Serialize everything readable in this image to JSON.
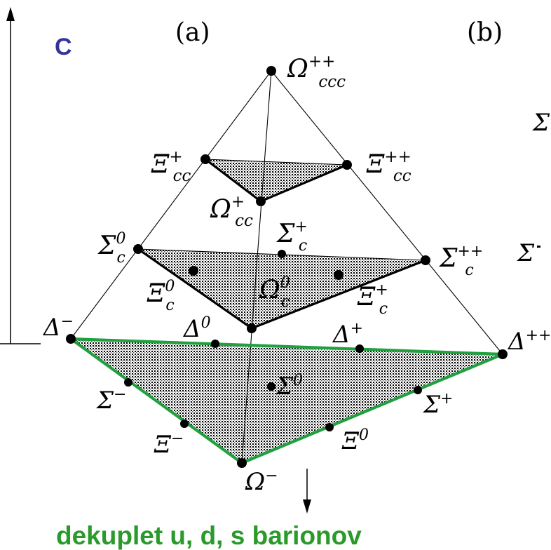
{
  "panels": {
    "a": "(a)",
    "b": "(b)"
  },
  "axis": {
    "label": "C",
    "label_color": "#33339a"
  },
  "caption": {
    "text": "dekuplet u, d, s barionov",
    "color": "#2a9a2a"
  },
  "highlight_color": "#21a040",
  "labels": {
    "omega_ccc": {
      "sym": "Ω",
      "sub": "ccc",
      "sup": "++"
    },
    "xi_cc_plus": {
      "sym": "Ξ",
      "sub": "cc",
      "sup": "+"
    },
    "xi_cc_pp": {
      "sym": "Ξ",
      "sub": "cc",
      "sup": "++"
    },
    "omega_cc": {
      "sym": "Ω",
      "sub": "cc",
      "sup": "+"
    },
    "sigma_c0": {
      "sym": "Σ",
      "sub": "c",
      "sup": "0"
    },
    "sigma_c_plus": {
      "sym": "Σ",
      "sub": "c",
      "sup": "+"
    },
    "sigma_c_pp": {
      "sym": "Σ",
      "sub": "c",
      "sup": "++"
    },
    "xi_c0": {
      "sym": "Ξ",
      "sub": "c",
      "sup": "0"
    },
    "omega_c0": {
      "sym": "Ω",
      "sub": "c",
      "sup": "0"
    },
    "xi_c_plus": {
      "sym": "Ξ",
      "sub": "c",
      "sup": "+"
    },
    "delta_minus": {
      "sym": "Δ",
      "sup": "−"
    },
    "delta_0": {
      "sym": "Δ",
      "sup": "0"
    },
    "delta_plus": {
      "sym": "Δ",
      "sup": "+"
    },
    "delta_pp": {
      "sym": "Δ",
      "sup": "++"
    },
    "sigma_minus": {
      "sym": "Σ",
      "sup": "−"
    },
    "sigma_0": {
      "sym": "Σ",
      "sup": "0"
    },
    "sigma_plus": {
      "sym": "Σ",
      "sup": "+"
    },
    "xi_minus": {
      "sym": "Ξ",
      "sup": "−"
    },
    "xi_0": {
      "sym": "Ξ",
      "sup": "0"
    },
    "omega_minus": {
      "sym": "Ω",
      "sup": "−"
    }
  },
  "panel_b_partial": {
    "sigma_top": "Σ",
    "sigma_low": "Σ"
  }
}
